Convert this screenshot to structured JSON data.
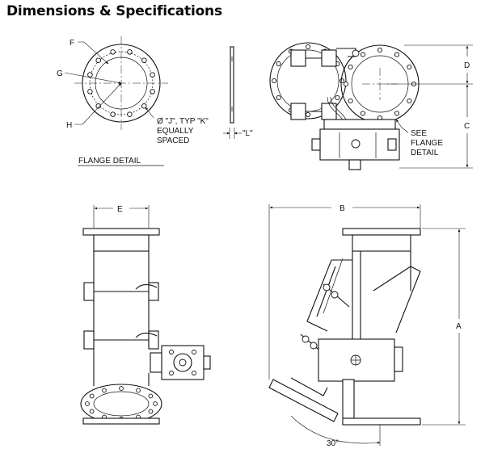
{
  "title": "Dimensions & Specifications",
  "labels": {
    "F": "F",
    "G": "G",
    "H": "H",
    "J": "Ø \"J\", TYP \"K\"",
    "equally": "EQUALLY",
    "spaced": "SPACED",
    "L": "\"L\"",
    "flange_detail": "FLANGE DETAIL",
    "D": "D",
    "C": "C",
    "see": "SEE",
    "flange": "FLANGE",
    "detail": "DETAIL",
    "E": "E",
    "B": "B",
    "A": "A",
    "angle": "30°"
  }
}
